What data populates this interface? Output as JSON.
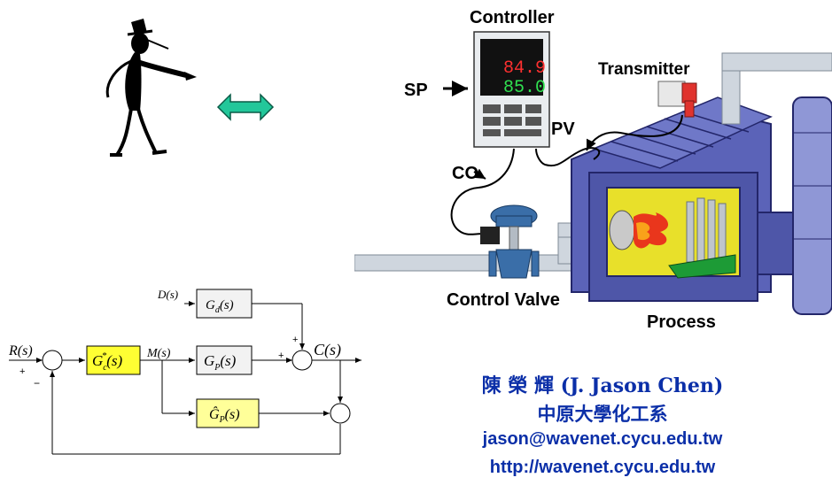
{
  "process_diagram": {
    "controller_label": "Controller",
    "controller_display_pv": "84.9",
    "controller_display_sp": "85.0",
    "sp_label": "SP",
    "pv_label": "PV",
    "co_label": "CO",
    "transmitter_label": "Transmitter",
    "control_valve_label": "Control Valve",
    "process_label": "Process"
  },
  "block_diagram": {
    "r_label": "R(s)",
    "d_label": "D(s)",
    "m_label": "M(s)",
    "c_label": "C(s)",
    "gd_label": "G",
    "gd_sub": "d",
    "gd_arg": "(s)",
    "gc_label": "G",
    "gc_sub": "c",
    "gc_sup": "*",
    "gc_arg": "(s)",
    "gp_label": "G",
    "gp_sub": "P",
    "gp_arg": "(s)",
    "gphat_label": "Ĝ",
    "gphat_sub": "P",
    "gphat_arg": "(s)",
    "plus": "+",
    "minus": "−",
    "colors": {
      "controller_block": "#ffff33",
      "model_block": "#ffff99",
      "gray_block": "#f2f2f2"
    }
  },
  "author": {
    "line1": "陳 榮 輝 (J. Jason Chen)",
    "line2": "中原大學化工系",
    "line3": "jason@wavenet.cycu.edu.tw",
    "line4": "http://wavenet.cycu.edu.tw",
    "color": "#0b2fa8"
  },
  "icons": {
    "stick_figure": "pointing-figure",
    "arrow": "double-arrow"
  }
}
